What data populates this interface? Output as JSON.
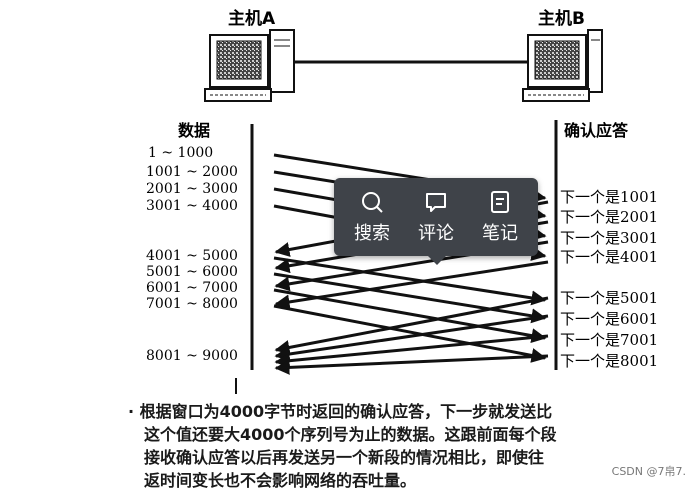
{
  "host_a": {
    "title": "主机A"
  },
  "host_b": {
    "title": "主机B"
  },
  "column_titles": {
    "data": "数据",
    "ack": "确认应答"
  },
  "segments": [
    "1 ~ 1000",
    "1001 ~ 2000",
    "2001 ~ 3000",
    "3001 ~ 4000",
    "4001 ~ 5000",
    "5001 ~ 6000",
    "6001 ~ 7000",
    "7001 ~ 8000",
    "8001 ~ 9000"
  ],
  "acks": [
    "下一个是1001",
    "下一个是2001",
    "下一个是3001",
    "下一个是4001",
    "下一个是5001",
    "下一个是6001",
    "下一个是7001",
    "下一个是8001"
  ],
  "toolbar": [
    {
      "label": "搜索",
      "icon": "search-icon"
    },
    {
      "label": "评论",
      "icon": "comment-icon"
    },
    {
      "label": "笔记",
      "icon": "note-icon"
    }
  ],
  "note_lines": [
    "· 根据窗口为4000字节时返回的确认应答，下一步就发送比",
    "这个值还要大4000个序列号为止的数据。这跟前面每个段",
    "接收确认应答以后再发送另一个新段的情况相比，即使往",
    "返时间变长也不会影响网络的吞吐量。"
  ],
  "watermark": "CSDN @7帛7."
}
